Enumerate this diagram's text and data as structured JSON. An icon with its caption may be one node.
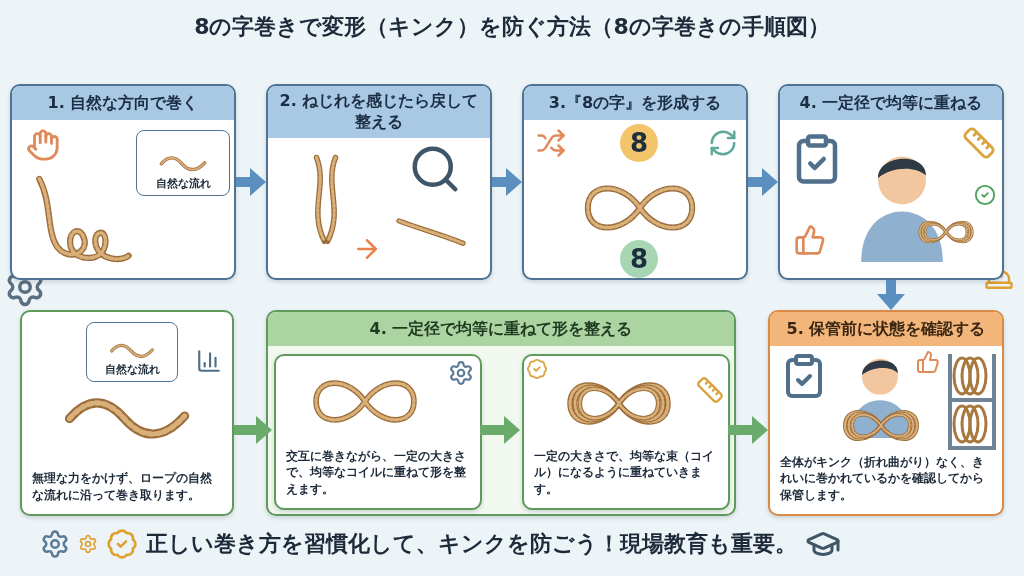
{
  "diagram": {
    "title": "8の字巻きで変形（キンク）を防ぐ方法（8の字巻きの手順図）",
    "nodes": [
      {
        "text": [
          "1. 自然な方向で巻く"
        ]
      },
      {
        "text": [
          "自然な流れ"
        ],
        "in": 0
      },
      {
        "text": [
          "2. ねじれを感じたら戻して整える"
        ]
      },
      {
        "text": [
          "3.『8の字』を形成する"
        ]
      },
      {
        "text": [
          "4. 一定径で均等に重ねる"
        ]
      },
      {
        "text": [
          "無理な力をかけず、ロープの自然な流れに沿って巻き取ります。"
        ]
      },
      {
        "text": [
          "自然な流れ"
        ],
        "in": 5
      },
      {
        "text": [
          "4. 一定径で均等に重ねて形を整える"
        ]
      },
      {
        "text": [
          "交互に巻きながら、一定の大きさで、均等なコイルに重ねて形を整えます。"
        ],
        "in": 7
      },
      {
        "text": [
          "一定の大きさで、均等な束（コイル）になるように重ねていきます。"
        ],
        "in": 7
      },
      {
        "text": [
          "5. 保管前に状態を確認する",
          "全体がキンク（折れ曲がり）なく、きれいに巻かれているかを確認してから保管します。"
        ]
      }
    ],
    "edges": [
      {
        "from": 0,
        "to": 2,
        "arrow": "to"
      },
      {
        "from": 2,
        "to": 3,
        "arrow": "to"
      },
      {
        "from": 3,
        "to": 4,
        "arrow": "to"
      },
      {
        "from": 4,
        "to": 10,
        "arrow": "to"
      },
      {
        "from": 5,
        "to": 8,
        "arrow": "to",
        "color": "#6aaa6a"
      },
      {
        "from": 8,
        "to": 9,
        "arrow": "to",
        "color": "#6aaa6a"
      },
      {
        "from": 9,
        "to": 10,
        "arrow": "to",
        "color": "#6aaa6a"
      }
    ],
    "labels": [
      "8",
      "8",
      "正しい巻き方を習慣化して、キンクを防ごう！現場教育も重要。"
    ]
  }
}
